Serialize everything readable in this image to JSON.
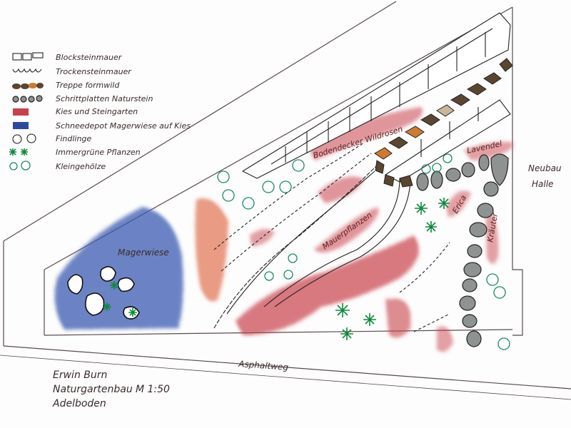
{
  "legend": [
    {
      "symbol": "block-stone-wall-icon",
      "label": "Blocksteinmauer"
    },
    {
      "symbol": "dry-stone-wall-icon",
      "label": "Trockensteinmauer"
    },
    {
      "symbol": "stairs-icon",
      "label": "Treppe formwild"
    },
    {
      "symbol": "stepping-stones-icon",
      "label": "Schrittplatten Naturstein"
    },
    {
      "symbol": "gravel-swatch-icon",
      "label": "Kies und Steingarten",
      "color": "#c8404a"
    },
    {
      "symbol": "snow-depot-swatch-icon",
      "label": "Schneedepot Magerwiese auf Kies",
      "color": "#2c48a0"
    },
    {
      "symbol": "boulder-icon",
      "label": "Findlinge"
    },
    {
      "symbol": "evergreen-icon",
      "label": "Immergrüne Pflanzen",
      "color": "#0e8a3e"
    },
    {
      "symbol": "shrub-icon",
      "label": "Kleingehölze",
      "color": "#1b8a6a"
    }
  ],
  "plan": {
    "labels": {
      "magerwiese": "Magerwiese",
      "wildrosen": "Bodendecker Wildrosen",
      "mauerpflanzen": "Mauerpflanzen",
      "lavendel": "Lavendel",
      "erica": "Erica",
      "kraeuter": "Kräuter",
      "neubau": "Neubau",
      "halle": "Halle",
      "asphaltweg": "Asphaltweg"
    }
  },
  "footer": {
    "author": "Erwin Burn",
    "company": "Naturgartenbau",
    "scale": "M 1:50",
    "place": "Adelboden"
  },
  "colors": {
    "red": "#c8404a",
    "blue": "#2c48a0",
    "orange": "#d07a30",
    "brown": "#5a4630",
    "stone": "#8e9290"
  }
}
